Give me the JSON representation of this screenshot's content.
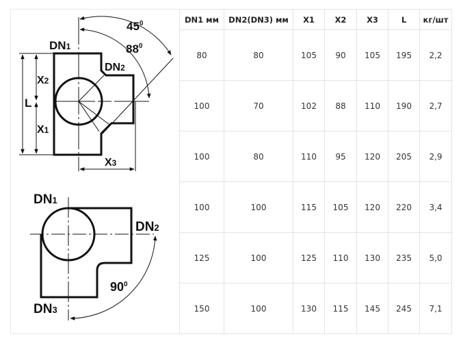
{
  "drawings": {
    "tee": {
      "dn1": "DN",
      "dn1_sub": "1",
      "dn2": "DN",
      "dn2_sub": "2",
      "x1": "X",
      "x1_sub": "1",
      "x2": "X",
      "x2_sub": "2",
      "x3": "X",
      "x3_sub": "3",
      "l": "L",
      "angle_45": "45",
      "angle_88": "88",
      "degree": "0"
    },
    "elbow": {
      "dn1": "DN",
      "dn1_sub": "1",
      "dn2": "DN",
      "dn2_sub": "2",
      "dn3": "DN",
      "dn3_sub": "3",
      "angle_90": "90",
      "degree": "0"
    }
  },
  "table": {
    "headers": [
      "DN1 мм",
      "DN2(DN3) мм",
      "X1",
      "X2",
      "X3",
      "L",
      "кг/шт"
    ],
    "rows": [
      [
        "80",
        "80",
        "105",
        "90",
        "105",
        "195",
        "2,2"
      ],
      [
        "100",
        "70",
        "102",
        "88",
        "110",
        "190",
        "2,7"
      ],
      [
        "100",
        "80",
        "110",
        "95",
        "120",
        "205",
        "2,9"
      ],
      [
        "100",
        "100",
        "115",
        "105",
        "120",
        "220",
        "3,4"
      ],
      [
        "125",
        "100",
        "125",
        "110",
        "130",
        "235",
        "5,0"
      ],
      [
        "150",
        "100",
        "130",
        "115",
        "145",
        "245",
        "7,1"
      ]
    ]
  }
}
